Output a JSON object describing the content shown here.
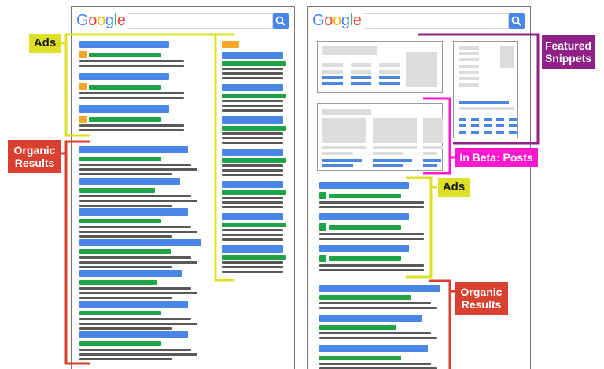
{
  "left_page": {
    "logo": [
      "G",
      "o",
      "o",
      "g",
      "l",
      "e"
    ]
  },
  "right_page": {
    "logo": [
      "G",
      "o",
      "o",
      "g",
      "l",
      "e"
    ]
  },
  "labels": {
    "ads_left": "Ads",
    "organic_left": "Organic Results",
    "featured": "Featured Snippets",
    "posts": "In Beta: Posts",
    "ads_right": "Ads",
    "organic_right": "Organic Results"
  },
  "colors": {
    "ads": "#dde126",
    "organic": "#d9402f",
    "featured": "#902287",
    "posts": "#ff18d0",
    "link_blue": "#4a86e8",
    "url_green": "#1ea446",
    "ad_badge": "#f5a623",
    "google_blue": "#4285f4",
    "google_red": "#ea4335",
    "google_yellow": "#fbbc05",
    "google_green": "#34a853"
  },
  "icons": {
    "search": "search-icon"
  }
}
